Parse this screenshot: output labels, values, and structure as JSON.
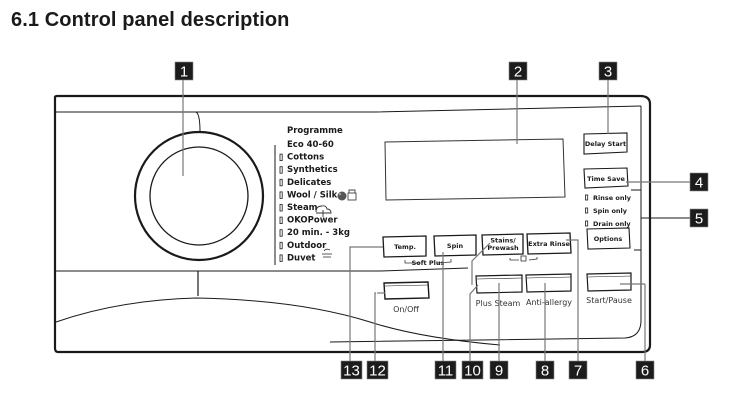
{
  "page": {
    "title": "6.1 Control panel description"
  },
  "programme": {
    "heading": "Programme",
    "items": [
      "Eco 40-60",
      "Cottons",
      "Synthetics",
      "Delicates",
      "Wool / Silk",
      "Steam",
      "OKOPower",
      "20 min. - 3kg",
      "Outdoor",
      "Duvet"
    ]
  },
  "buttons": {
    "delay_start": "Delay Start",
    "time_save": "Time Save",
    "rinse_only": "Rinse only",
    "spin_only": "Spin only",
    "drain_only": "Drain only",
    "options": "Options",
    "temp": "Temp.",
    "spin": "Spin",
    "stains_line1": "Stains/",
    "stains_line2": "Prewash",
    "extra_rinse": "Extra Rinse",
    "soft_plus": "Soft Plus",
    "on_off": "On/Off",
    "plus_steam": "Plus Steam",
    "anti_allergy": "Anti-allergy",
    "start_pause": "Start/Pause"
  },
  "callouts": [
    "1",
    "2",
    "3",
    "4",
    "5",
    "6",
    "7",
    "8",
    "9",
    "10",
    "11",
    "12",
    "13"
  ],
  "icons": {
    "wool": "wool-ball-icon",
    "handwash": "hand-wash-icon",
    "steam": "steam-icon",
    "outdoor": "outdoor-icon",
    "child_lock": "child-lock-icon"
  }
}
